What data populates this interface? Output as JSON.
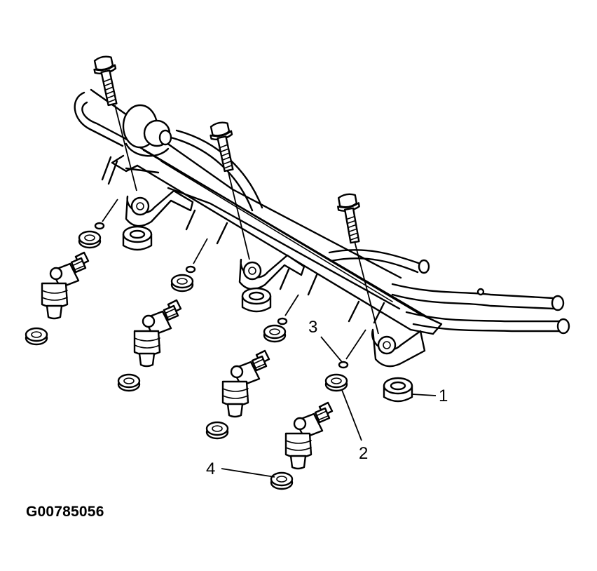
{
  "figure_id": "G00785056",
  "callouts": [
    {
      "id": "1",
      "label": "1"
    },
    {
      "id": "2",
      "label": "2"
    },
    {
      "id": "3",
      "label": "3"
    },
    {
      "id": "4",
      "label": "4"
    }
  ],
  "colors": {
    "ink": "#000000",
    "paper": "#ffffff"
  }
}
